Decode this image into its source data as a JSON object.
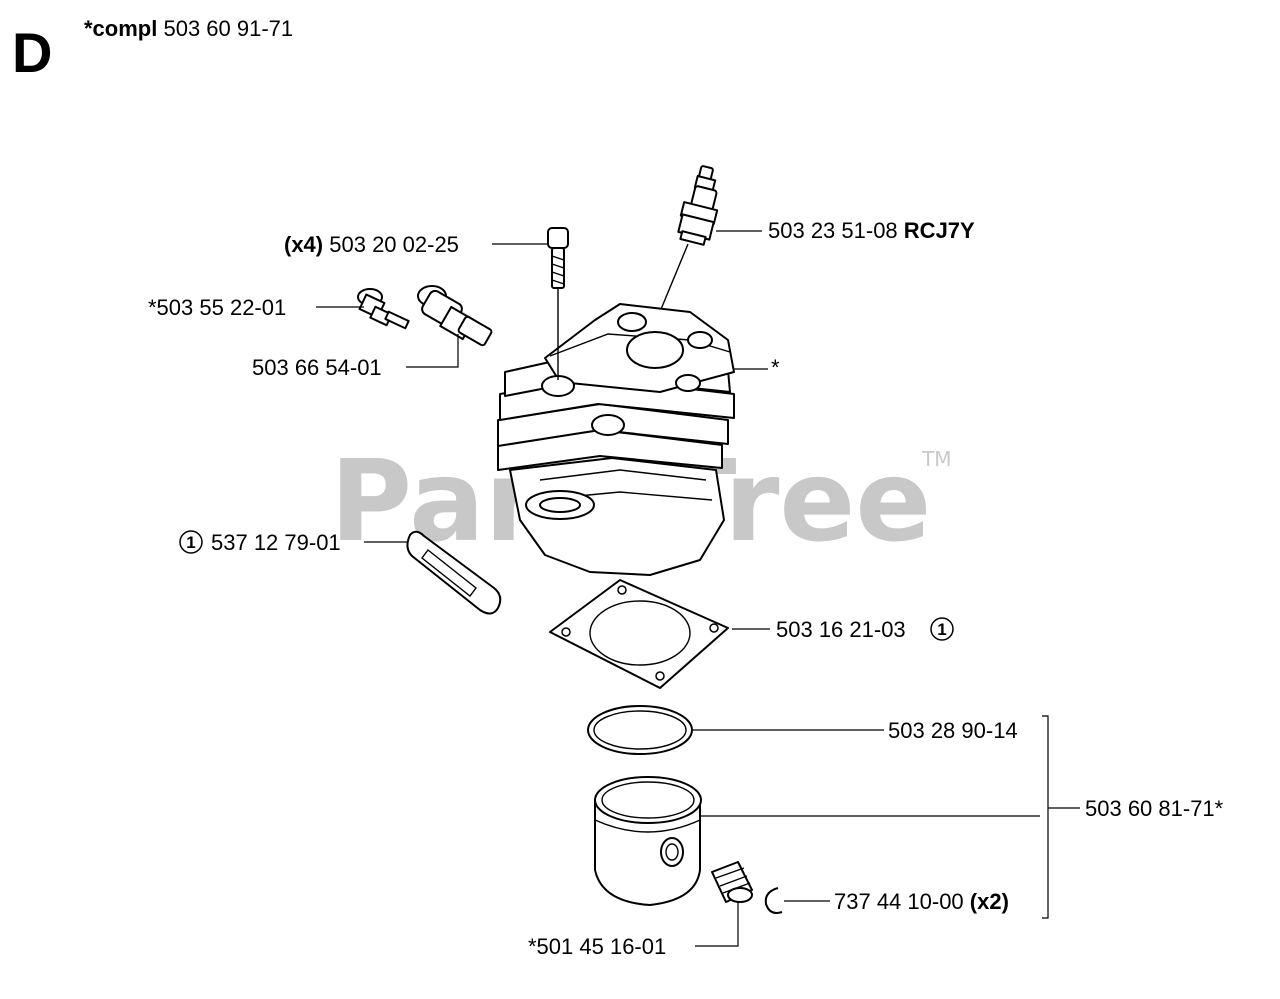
{
  "header": {
    "section_letter": "D",
    "compl_label": "*compl",
    "compl_number": "503 60 91-71"
  },
  "watermark": {
    "text": "PartsTree",
    "trademark": "TM"
  },
  "callouts": {
    "screw_qty": "(x4)",
    "screw": "503 20 02-25",
    "spark_plug": "503 23 51-08",
    "spark_plug_type": "RCJ7Y",
    "decompression_valve": "*503 55 22-01",
    "valve_adapter": "503 66 54-01",
    "cylinder": "*",
    "muffler_gasket_marker": "1",
    "muffler_gasket": "537 12 79-01",
    "cylinder_gasket": "503 16 21-03",
    "cylinder_gasket_marker": "1",
    "piston_ring": "503 28 90-14",
    "piston_kit": "503 60 81-71*",
    "circlip": "737 44 10-00",
    "circlip_qty": "(x2)",
    "needle_bearing": "*501 45 16-01"
  }
}
